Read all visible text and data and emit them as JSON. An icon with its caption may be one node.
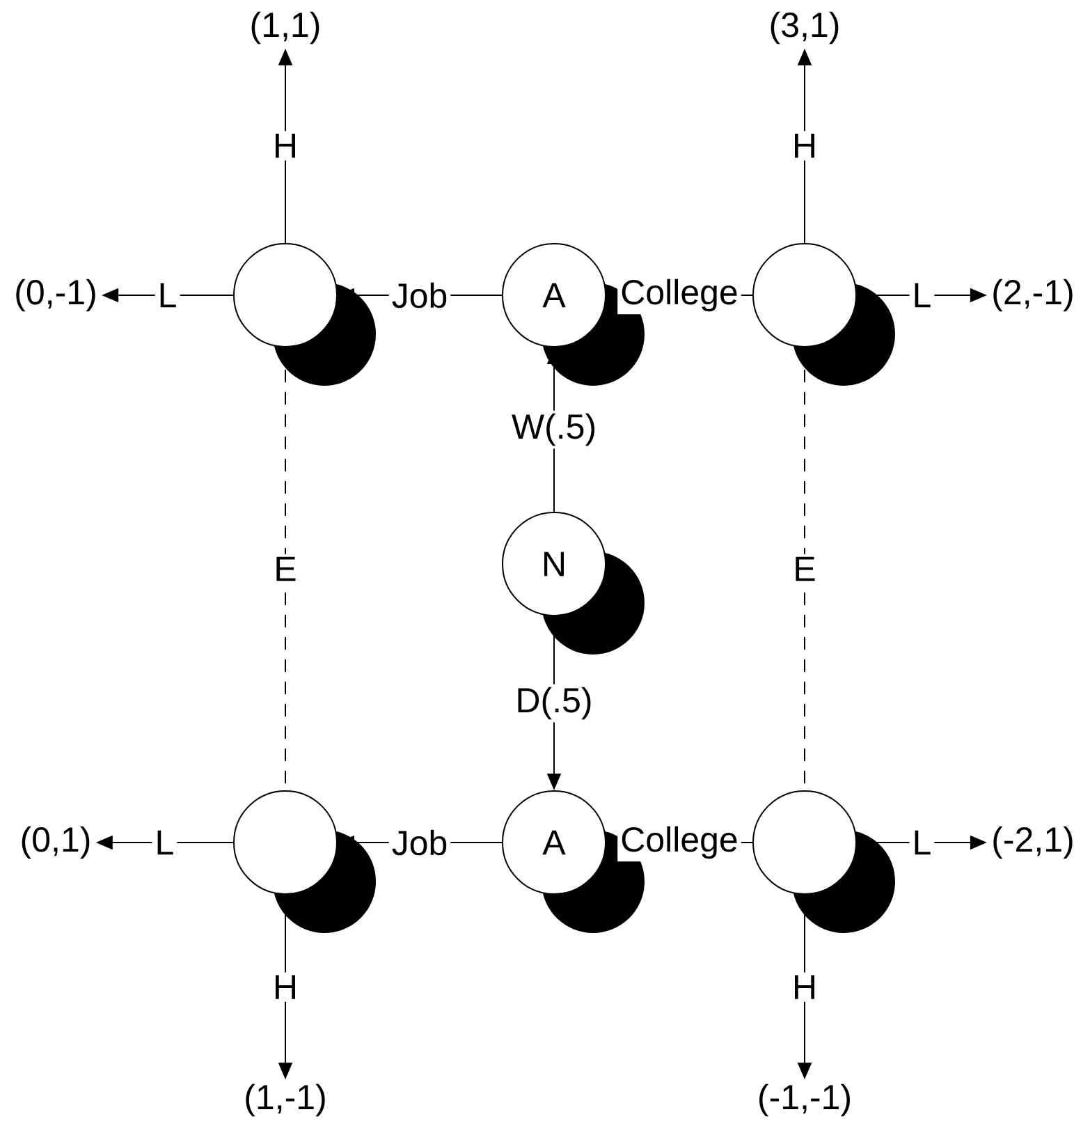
{
  "diagram": {
    "nodes": [
      {
        "text": [
          "(1,1)"
        ]
      },
      {
        "text": [
          "(3,1)"
        ]
      },
      {
        "text": [
          "(0,-1)"
        ]
      },
      {
        "text": [],
        "shape": "circle"
      },
      {
        "text": [
          "A"
        ]
      },
      {
        "text": [],
        "shape": "circle"
      },
      {
        "text": [
          "(2,-1)"
        ]
      },
      {
        "text": [
          "N"
        ]
      },
      {
        "text": [
          "(0,1)"
        ]
      },
      {
        "text": [],
        "shape": "circle"
      },
      {
        "text": [
          "A"
        ]
      },
      {
        "text": [],
        "shape": "circle"
      },
      {
        "text": [
          "(-2,1)"
        ]
      },
      {
        "text": [
          "(1,-1)"
        ]
      },
      {
        "text": [
          "(-1,-1)"
        ]
      }
    ],
    "edges": [
      {
        "from": 7,
        "to": 4,
        "arrow": "to",
        "label": "W(.5)"
      },
      {
        "from": 7,
        "to": 10,
        "arrow": "to",
        "label": "D(.5)"
      },
      {
        "from": 4,
        "to": 3,
        "arrow": "to",
        "label": "Job"
      },
      {
        "from": 4,
        "to": 5,
        "arrow": "none",
        "label": "College"
      },
      {
        "from": 10,
        "to": 9,
        "arrow": "to",
        "label": "Job"
      },
      {
        "from": 10,
        "to": 11,
        "arrow": "none",
        "label": "College"
      },
      {
        "from": 3,
        "to": 0,
        "arrow": "to",
        "label": "H"
      },
      {
        "from": 3,
        "to": 2,
        "arrow": "to",
        "label": "L"
      },
      {
        "from": 5,
        "to": 1,
        "arrow": "to",
        "label": "H"
      },
      {
        "from": 5,
        "to": 6,
        "arrow": "to",
        "label": "L"
      },
      {
        "from": 3,
        "to": 9,
        "arrow": "none",
        "label": "E",
        "style": "dashed"
      },
      {
        "from": 5,
        "to": 11,
        "arrow": "none",
        "label": "E",
        "style": "dashed"
      },
      {
        "from": 9,
        "to": 8,
        "arrow": "to",
        "label": "L"
      },
      {
        "from": 9,
        "to": 13,
        "arrow": "to",
        "label": "H"
      },
      {
        "from": 11,
        "to": 12,
        "arrow": "to",
        "label": "L"
      },
      {
        "from": 11,
        "to": 14,
        "arrow": "to",
        "label": "H"
      }
    ]
  }
}
